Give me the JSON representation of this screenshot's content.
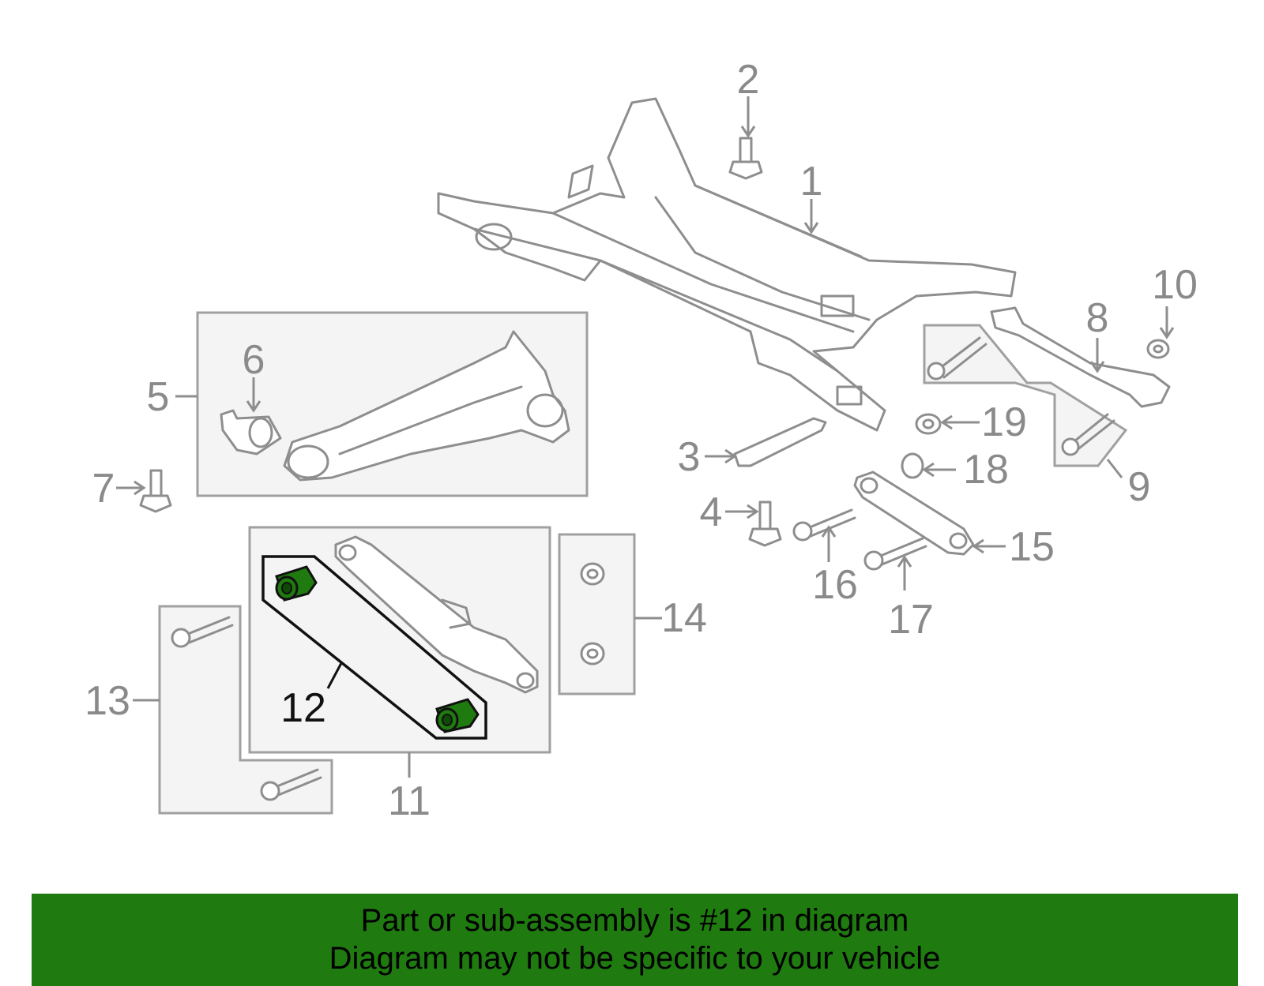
{
  "diagram": {
    "callouts": {
      "c1": "1",
      "c2": "2",
      "c3": "3",
      "c4": "4",
      "c5": "5",
      "c6": "6",
      "c7": "7",
      "c8": "8",
      "c9": "9",
      "c10": "10",
      "c11": "11",
      "c12": "12",
      "c13": "13",
      "c14": "14",
      "c15": "15",
      "c16": "16",
      "c17": "17",
      "c18": "18",
      "c19": "19"
    },
    "highlighted_part": "12",
    "colors": {
      "line": "#8e8e8e",
      "highlight": "#1f7a10",
      "banner": "#1f7a10"
    }
  },
  "banner": {
    "line1": "Part or sub-assembly is #12 in diagram",
    "line2": "Diagram may not be specific to your vehicle"
  }
}
